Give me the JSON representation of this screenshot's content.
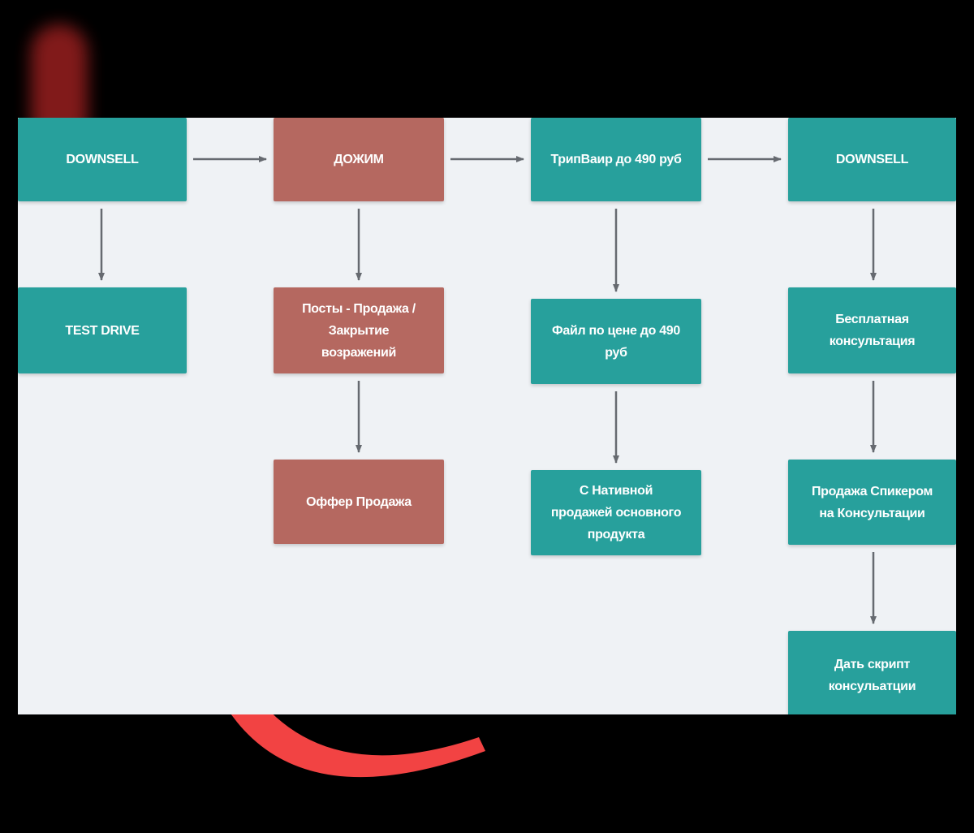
{
  "colors": {
    "teal": "#27a09c",
    "rose": "#b56860",
    "canvas_background": "#eff2f5",
    "arrow": "#666a70",
    "accent_red": "#f24343"
  },
  "nodes": {
    "downsell_1": "DOWNSELL",
    "test_drive": "TEST DRIVE",
    "dozhim": "ДОЖИМ",
    "posty": "Посты - Продажа /\nЗакрытие\nвозражений",
    "offer": "Оффер Продажа",
    "tripwire": "ТрипВаир до 490 руб",
    "fail": "Файл по цене до 490\nруб",
    "nativnoy": "С Нативной\nпродажей основного\nпродукта",
    "downsell_2": "DOWNSELL",
    "besplatnaya": "Бесплатная\nконсультация",
    "prodazha_spikerom": "Продажа Спикером\nна Консультации",
    "dat_skript": "Дать скрипт\nконсульатции"
  }
}
